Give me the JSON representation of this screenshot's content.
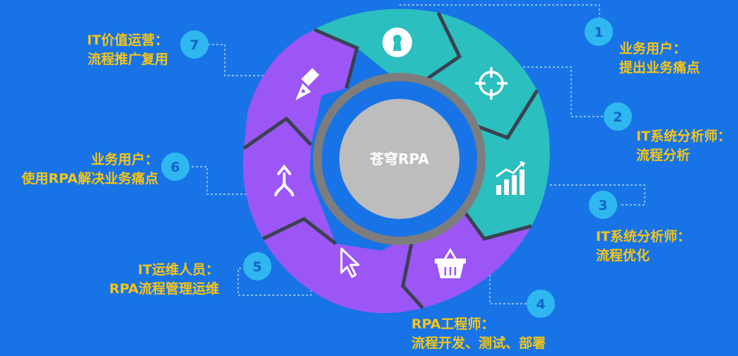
{
  "center_label": "苍穹RPA",
  "colors": {
    "background": "#1874e6",
    "teal": "#2bbfbf",
    "purple": "#9b56f5",
    "ring_gray": "#7d7d7d",
    "center_gray": "#bdbdbd",
    "badge": "#2fb8f0",
    "label_yellow": "#f5c518"
  },
  "steps": [
    {
      "num": "1",
      "line1": "业务用户：",
      "line2": "提出业务痛点",
      "icon": "keyhole-icon"
    },
    {
      "num": "2",
      "line1": "IT系统分析师：",
      "line2": "流程分析",
      "icon": "target-icon"
    },
    {
      "num": "3",
      "line1": "IT系统分析师：",
      "line2": "流程优化",
      "icon": "growth-chart-icon"
    },
    {
      "num": "4",
      "line1": "RPA工程师：",
      "line2": "流程开发、测试、部署",
      "icon": "basket-icon"
    },
    {
      "num": "5",
      "line1": "IT运维人员：",
      "line2": "RPA流程管理运维",
      "icon": "cursor-icon"
    },
    {
      "num": "6",
      "line1": "业务用户：",
      "line2": "使用RPA解决业务痛点",
      "icon": "merge-arrows-icon"
    },
    {
      "num": "7",
      "line1": "IT价值运营：",
      "line2": "流程推广复用",
      "icon": "pen-nib-icon"
    }
  ]
}
